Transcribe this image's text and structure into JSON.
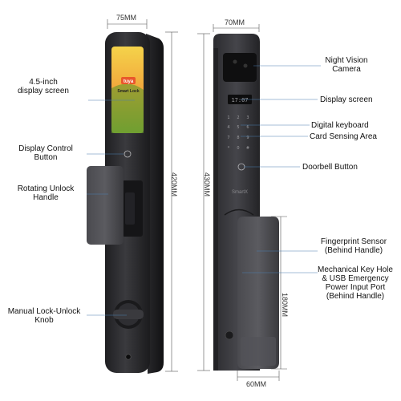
{
  "dimensions": {
    "front_width": "75MM",
    "front_height": "420MM",
    "back_width": "70MM",
    "back_height": "430MM",
    "handle_height": "180MM",
    "handle_width": "60MM"
  },
  "screen_brand": {
    "logo": "tuya",
    "text": "Smart Lock"
  },
  "back_brand": "SmartX",
  "front_callouts": {
    "display": "4.5-inch\ndisplay screen",
    "control_button": "Display Control\nButton",
    "rotating_handle": "Rotating Unlock\nHandle",
    "manual_knob": "Manual Lock-Unlock\nKnob"
  },
  "back_callouts": {
    "camera": "Night Vision\nCamera",
    "display": "Display screen",
    "keyboard": "Digital keyboard",
    "card": "Card Sensing Area",
    "doorbell": "Doorbell Button",
    "fingerprint": "Fingerprint Sensor\n(Behind Handle)",
    "keyhole": "Mechanical Key Hole\n& USB Emergency\nPower Input Port\n(Behind Handle)"
  },
  "colors": {
    "body": "#2b2b2e",
    "line": "#4a7fb0"
  }
}
